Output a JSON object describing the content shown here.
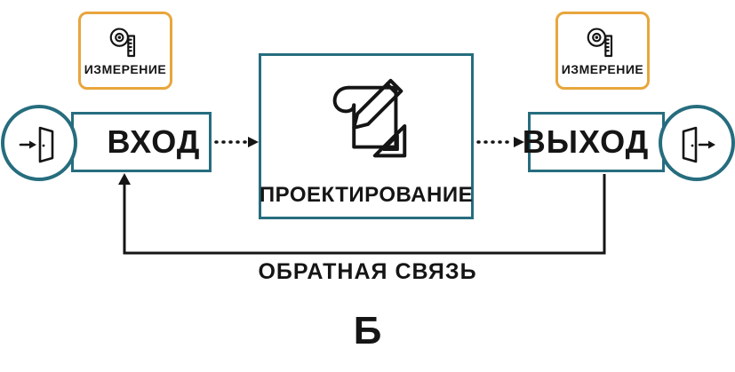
{
  "colors": {
    "teal": "#266d7e",
    "yellow": "#e8a63c",
    "ink": "#151515",
    "background": "#ffffff"
  },
  "nodes": {
    "measurement_left": {
      "label": "ИЗМЕРЕНИЕ",
      "icon": "tape-measure-icon"
    },
    "measurement_right": {
      "label": "ИЗМЕРЕНИЕ",
      "icon": "tape-measure-icon"
    },
    "input": {
      "label": "ВХОД",
      "icon": "door-enter-icon"
    },
    "process": {
      "label": "ПРОЕКТИРОВАНИЕ",
      "icon": "blueprint-pencil-ruler-icon"
    },
    "output": {
      "label": "ВЫХОД",
      "icon": "door-exit-icon"
    }
  },
  "connections": {
    "input_to_process": "dotted-arrow-right",
    "process_to_output": "dotted-arrow-right",
    "feedback": {
      "label": "ОБРАТНАЯ СВЯЗЬ",
      "style": "solid-arrow-loop"
    }
  },
  "caption": "Б"
}
